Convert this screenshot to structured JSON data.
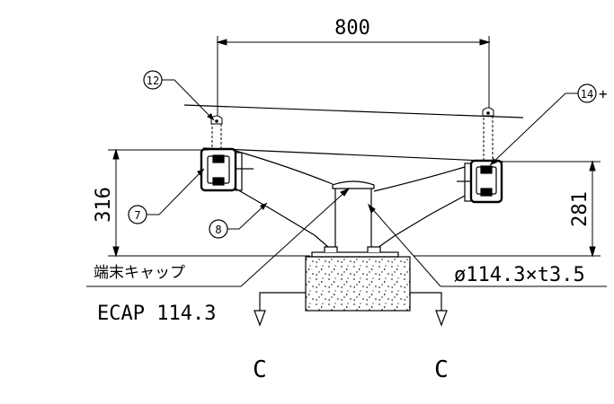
{
  "dimensions": {
    "top_width": "800",
    "left_height": "316",
    "right_height": "281"
  },
  "callouts": {
    "c12": "12",
    "c14": "14",
    "c14_suffix": "+",
    "c7": "7",
    "c8": "8"
  },
  "labels": {
    "end_cap_jp": "端末キャップ",
    "end_cap_code": "ECAP 114.3",
    "pipe_spec": "ø114.3×t3.5"
  },
  "section_marks": {
    "left": "C",
    "right": "C"
  },
  "colors": {
    "line": "#000000",
    "background": "#ffffff"
  }
}
